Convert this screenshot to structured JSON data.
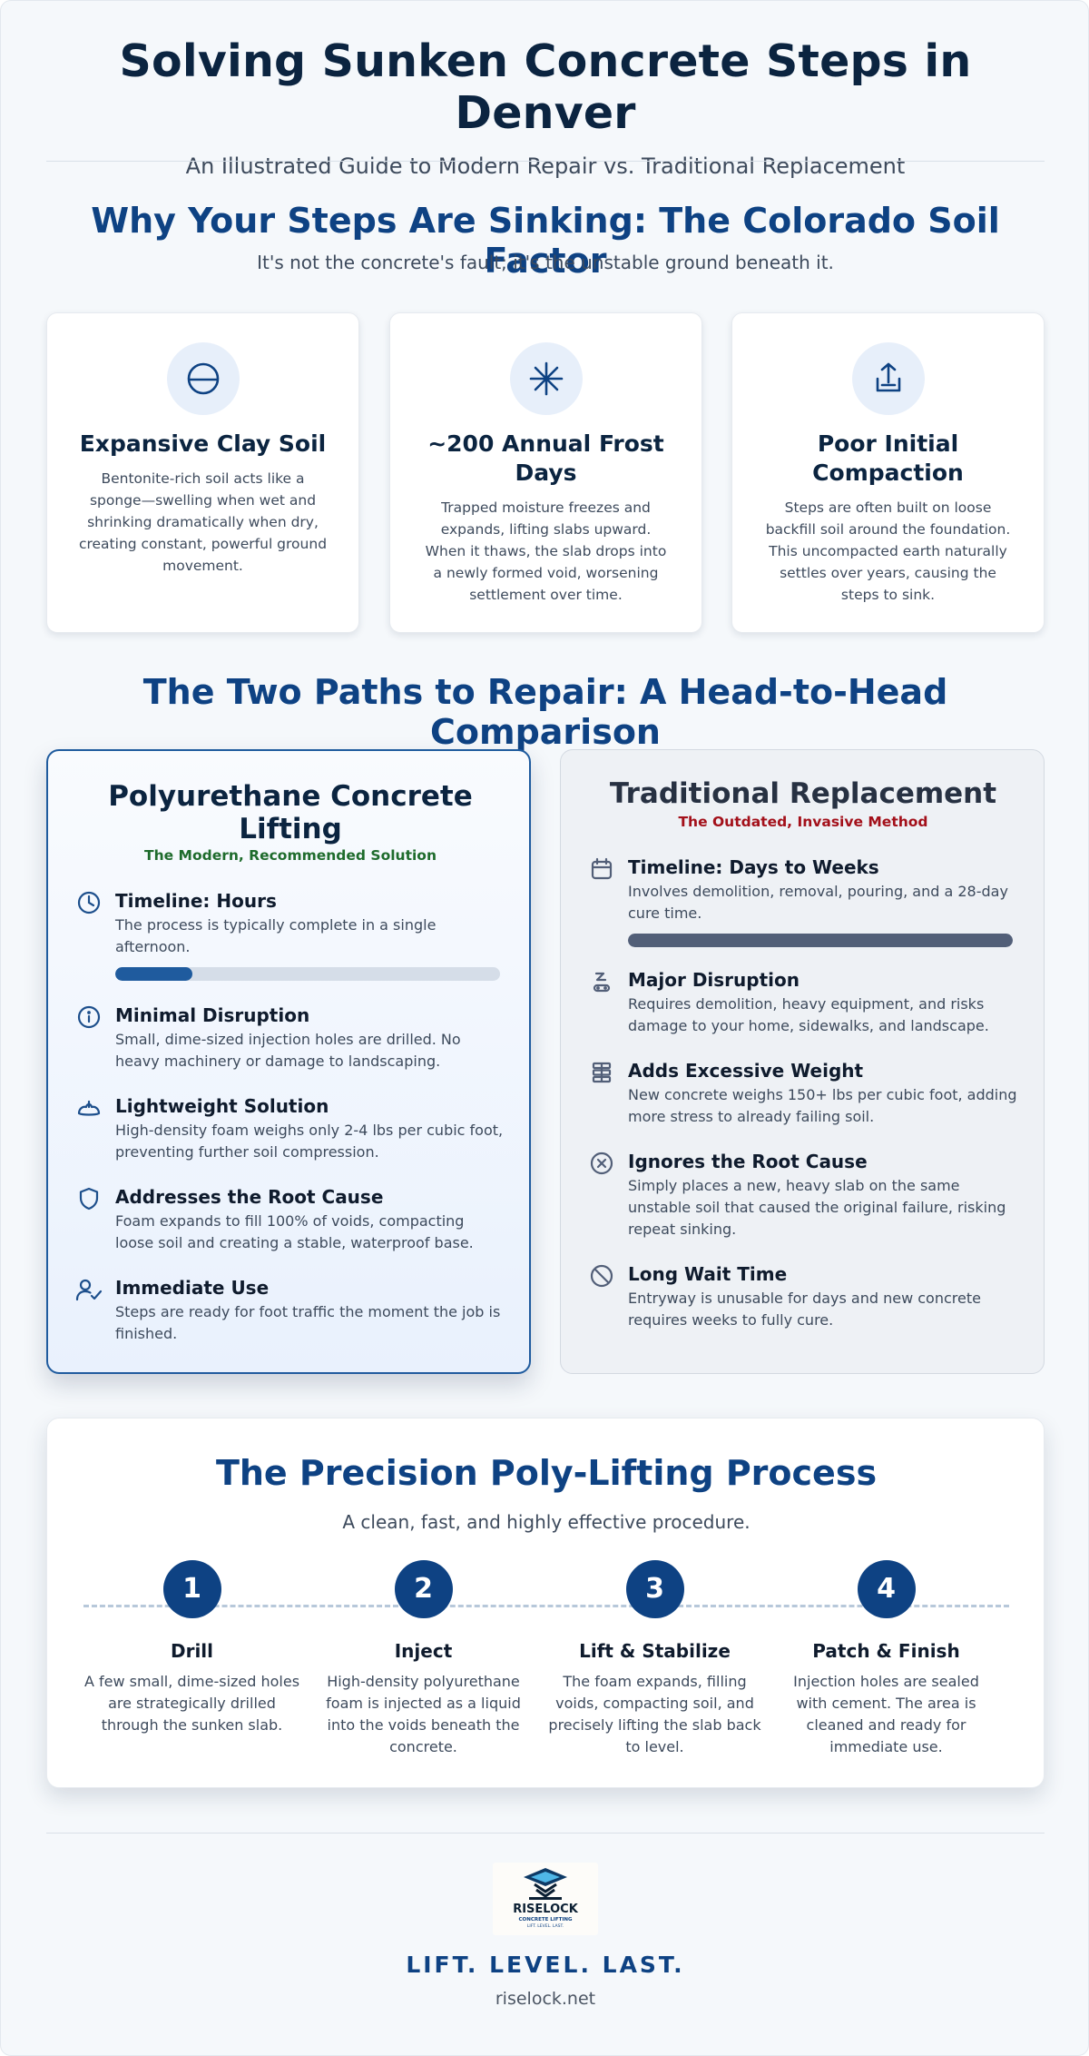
{
  "header": {
    "title": "Solving Sunken Concrete Steps in Denver",
    "subtitle": "An Illustrated Guide to Modern Repair vs. Traditional Replacement"
  },
  "soil": {
    "title": "Why Your Steps Are Sinking: The Colorado Soil Factor",
    "subtitle": "It's not the concrete's fault; it's the unstable ground beneath it.",
    "cards": [
      {
        "icon": "clay-soil-icon",
        "title": "Expansive Clay Soil",
        "text": "Bentonite-rich soil acts like a sponge—swelling when wet and shrinking dramatically when dry, creating constant, powerful ground movement."
      },
      {
        "icon": "frost-icon",
        "title": "~200 Annual Frost Days",
        "text": "Trapped moisture freezes and expands, lifting slabs upward. When it thaws, the slab drops into a newly formed void, worsening settlement over time."
      },
      {
        "icon": "settling-icon",
        "title": "Poor Initial Compaction",
        "text": "Steps are often built on loose backfill soil around the foundation. This uncompacted earth naturally settles over years, causing the steps to sink."
      }
    ]
  },
  "comparison": {
    "title": "The Two Paths to Repair: A Head-to-Head Comparison",
    "modern": {
      "title": "Polyurethane Concrete Lifting",
      "tag": "The Modern, Recommended Solution",
      "features": [
        {
          "icon": "clock-icon",
          "title": "Timeline: Hours",
          "text": "The process is typically complete in a single afternoon.",
          "bar": 0.2
        },
        {
          "icon": "info-icon",
          "title": "Minimal Disruption",
          "text": "Small, dime-sized injection holes are drilled. No heavy machinery or damage to landscaping."
        },
        {
          "icon": "feather-icon",
          "title": "Lightweight Solution",
          "text": "High-density foam weighs only 2-4 lbs per cubic foot, preventing further soil compression."
        },
        {
          "icon": "shield-icon",
          "title": "Addresses the Root Cause",
          "text": "Foam expands to fill 100% of voids, compacting loose soil and creating a stable, waterproof base."
        },
        {
          "icon": "user-check-icon",
          "title": "Immediate Use",
          "text": "Steps are ready for foot traffic the moment the job is finished."
        }
      ]
    },
    "traditional": {
      "title": "Traditional Replacement",
      "tag": "The Outdated, Invasive Method",
      "features": [
        {
          "icon": "calendar-icon",
          "title": "Timeline: Days to Weeks",
          "text": "Involves demolition, removal, pouring, and a 28-day cure time.",
          "bar": 1.0
        },
        {
          "icon": "excavator-icon",
          "title": "Major Disruption",
          "text": "Requires demolition, heavy equipment, and risks damage to your home, sidewalks, and landscape."
        },
        {
          "icon": "weight-stack-icon",
          "title": "Adds Excessive Weight",
          "text": "New concrete weighs 150+ lbs per cubic foot, adding more stress to already failing soil."
        },
        {
          "icon": "x-circle-icon",
          "title": "Ignores the Root Cause",
          "text": "Simply places a new, heavy slab on the same unstable soil that caused the original failure, risking repeat sinking."
        },
        {
          "icon": "ban-icon",
          "title": "Long Wait Time",
          "text": "Entryway is unusable for days and new concrete requires weeks to fully cure."
        }
      ]
    }
  },
  "process": {
    "title": "The Precision Poly-Lifting Process",
    "subtitle": "A clean, fast, and highly effective procedure.",
    "steps": [
      {
        "num": "1",
        "title": "Drill",
        "text": "A few small, dime-sized holes are strategically drilled through the sunken slab."
      },
      {
        "num": "2",
        "title": "Inject",
        "text": "High-density polyurethane foam is injected as a liquid into the voids beneath the concrete."
      },
      {
        "num": "3",
        "title": "Lift & Stabilize",
        "text": "The foam expands, filling voids, compacting soil, and precisely lifting the slab back to level."
      },
      {
        "num": "4",
        "title": "Patch & Finish",
        "text": "Injection holes are sealed with cement. The area is cleaned and ready for immediate use."
      }
    ]
  },
  "footer": {
    "logo": {
      "name": "RISELOCK",
      "sub": "CONCRETE LIFTING",
      "motto": "LIFT. LEVEL. LAST."
    },
    "tagline": "LIFT. LEVEL. LAST.",
    "website": "riselock.net"
  },
  "colors": {
    "navy": "#0b2440",
    "primary": "#0e4283",
    "green": "#1e6b2c",
    "red": "#a3101a",
    "slate": "#525f78"
  }
}
